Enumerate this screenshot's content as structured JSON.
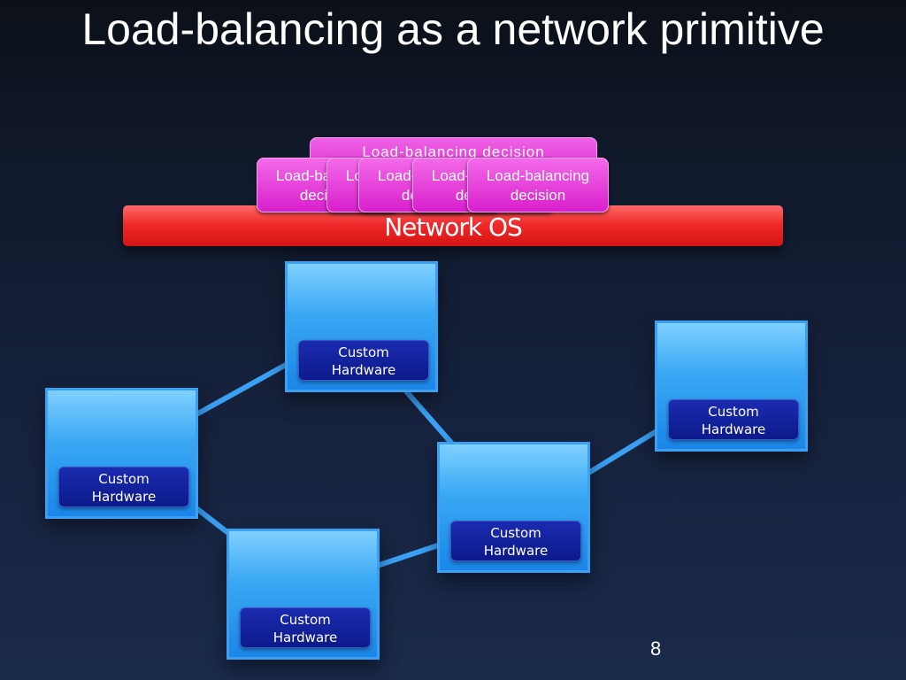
{
  "slide": {
    "title": "Load-balancing as a network primitive",
    "page_number": "8"
  },
  "network_os": {
    "label": "Network OS"
  },
  "lb_back": {
    "text": "Load-balancing decision"
  },
  "lb_decisions": [
    {
      "line1": "Load-balancing",
      "line2": "decision"
    },
    {
      "line1": "Load-balancing",
      "line2": "decision"
    },
    {
      "line1": "Load-balancing",
      "line2": "decision"
    },
    {
      "line1": "Load-balancing",
      "line2": "decision"
    },
    {
      "line1": "Load-balancing",
      "line2": "decision"
    }
  ],
  "switches": [
    {
      "line1": "Custom",
      "line2": "Hardware"
    },
    {
      "line1": "Custom",
      "line2": "Hardware"
    },
    {
      "line1": "Custom",
      "line2": "Hardware"
    },
    {
      "line1": "Custom",
      "line2": "Hardware"
    },
    {
      "line1": "Custom",
      "line2": "Hardware"
    }
  ],
  "colors": {
    "background": "#111a2c",
    "network_os_bar": "#f02a2a",
    "lb_box": "#d81fcc",
    "switch": "#1a86e8",
    "hw_label": "#0c1a8a",
    "link": "#3b9ff2"
  }
}
